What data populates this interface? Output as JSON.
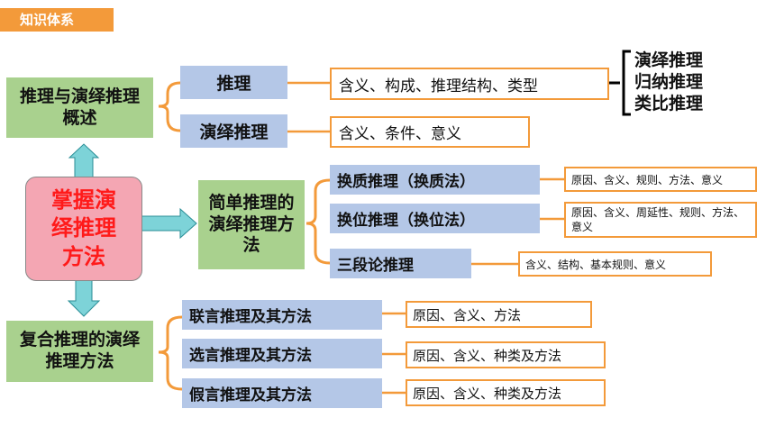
{
  "header": {
    "tag": "知识体系"
  },
  "center": {
    "label": "掌握演绎推理方法"
  },
  "sections": {
    "s1": {
      "label": "推理与演绎推理概述",
      "items": [
        {
          "label": "推理",
          "detail": "含义、构成、推理结构、类型"
        },
        {
          "label": "演绎推理",
          "detail": "含义、条件、意义"
        }
      ],
      "types": [
        "演绎推理",
        "归纳推理",
        "类比推理"
      ]
    },
    "s2": {
      "label": "简单推理的演绎推理方法",
      "items": [
        {
          "label": "换质推理（换质法）",
          "detail": "原因、含义、规则、方法、意义"
        },
        {
          "label": "换位推理（换位法）",
          "detail": "原因、含义、周延性、规则、方法、意义"
        },
        {
          "label": "三段论推理",
          "detail": "含义、结构、基本规则、意义"
        }
      ]
    },
    "s3": {
      "label": "复合推理的演绎推理方法",
      "items": [
        {
          "label": "联言推理及其方法",
          "detail": "原因、含义、方法"
        },
        {
          "label": "选言推理及其方法",
          "detail": "原因、含义、种类及方法"
        },
        {
          "label": "假言推理及其方法",
          "detail": "原因、含义、种类及方法"
        }
      ]
    }
  },
  "colors": {
    "orange": "#f39a3a",
    "green": "#a9d18e",
    "blue": "#b4c7e7",
    "pink": "#f4a6b3",
    "arrow": "#7dd3d8",
    "red": "#ff1a1a"
  }
}
